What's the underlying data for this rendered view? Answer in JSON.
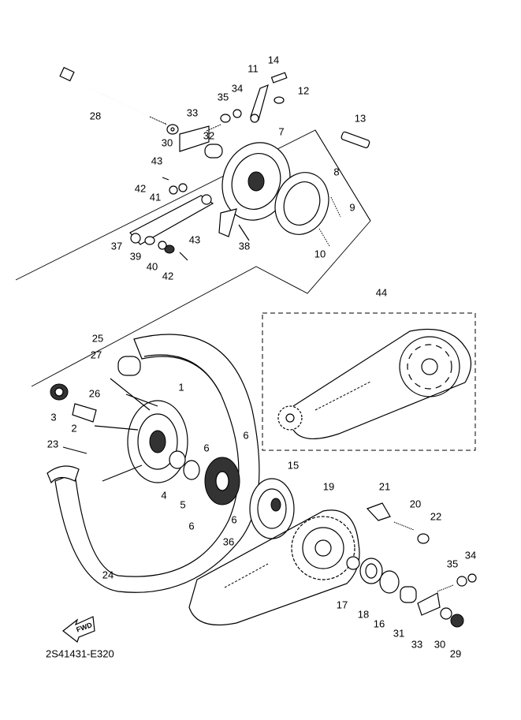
{
  "diagram": {
    "title_code": "2S41431-E320",
    "fwd_label": "FWD",
    "callouts": {
      "c14": "14",
      "c11": "11",
      "c12": "12",
      "c34a": "34",
      "c35a": "35",
      "c28": "28",
      "c33a": "33",
      "c30a": "30",
      "c32": "32",
      "c7": "7",
      "c13": "13",
      "c8": "8",
      "c43a": "43",
      "c42a": "42",
      "c41": "41",
      "c9": "9",
      "c37": "37",
      "c39": "39",
      "c40": "40",
      "c42b": "42",
      "c43b": "43",
      "c38": "38",
      "c10": "10",
      "c44": "44",
      "c25": "25",
      "c27": "27",
      "c26": "26",
      "c1": "1",
      "c3": "3",
      "c2": "2",
      "c23": "23",
      "c6a": "6",
      "c6b": "6",
      "c15": "15",
      "c19": "19",
      "c21": "21",
      "c20": "20",
      "c22": "22",
      "c4": "4",
      "c5": "5",
      "c6c": "6",
      "c6d": "6",
      "c36": "36",
      "c34b": "34",
      "c35b": "35",
      "c24": "24",
      "c17": "17",
      "c18": "18",
      "c16": "16",
      "c31": "31",
      "c33b": "33",
      "c30b": "30",
      "c29": "29"
    }
  }
}
